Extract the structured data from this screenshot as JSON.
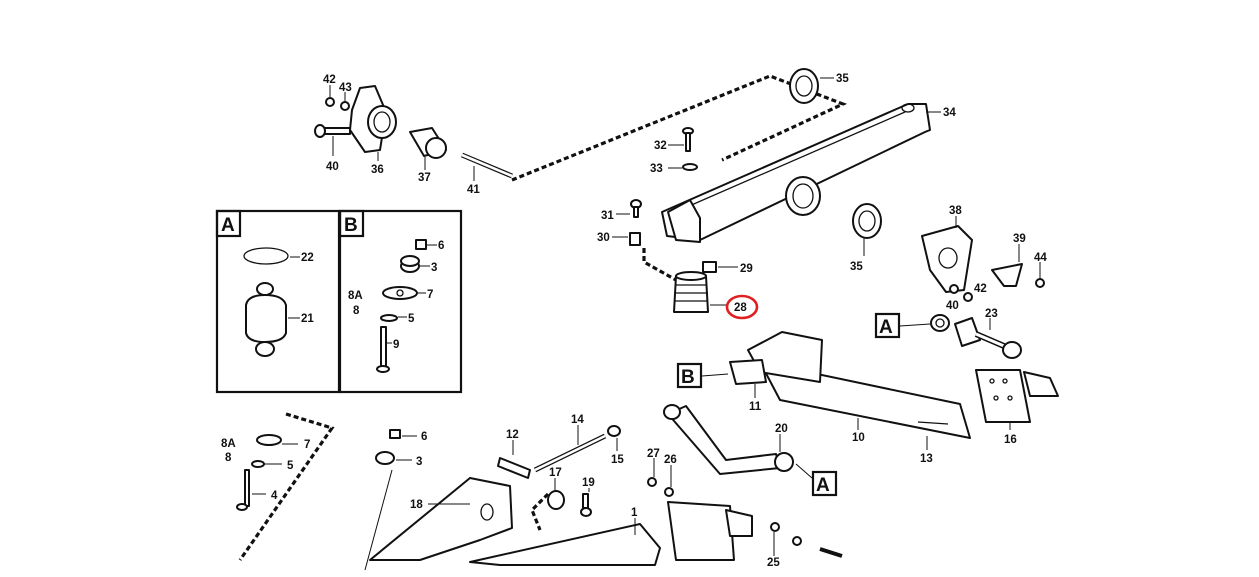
{
  "insets": {
    "a": {
      "tag": "A",
      "labels": [
        "22",
        "21"
      ]
    },
    "b": {
      "tag": "B",
      "labels": [
        "6",
        "3",
        "8A",
        "7",
        "8",
        "5",
        "9"
      ]
    }
  },
  "callouts": {
    "a1": "A",
    "b1": "B",
    "a2": "A"
  },
  "highlight": {
    "label": "28",
    "color": "#e02020"
  },
  "labels": {
    "p42a": "42",
    "p43": "43",
    "p40a": "40",
    "p36": "36",
    "p37": "37",
    "p41": "41",
    "p35a": "35",
    "p34": "34",
    "p32": "32",
    "p33": "33",
    "p31": "31",
    "p30": "30",
    "p29": "29",
    "p35b": "35",
    "p38": "38",
    "p39": "39",
    "p44": "44",
    "p42b": "42",
    "p40b": "40",
    "p23": "23",
    "p11": "11",
    "p10": "10",
    "p13": "13",
    "p16": "16",
    "p20": "20",
    "p8a2": "8A",
    "p7b": "7",
    "p8b": "8",
    "p5b": "5",
    "p4": "4",
    "p6b": "6",
    "p3b": "3",
    "p14": "14",
    "p12": "12",
    "p15": "15",
    "p27": "27",
    "p26": "26",
    "p17": "17",
    "p19": "19",
    "p18": "18",
    "p1": "1",
    "p25": "25"
  }
}
